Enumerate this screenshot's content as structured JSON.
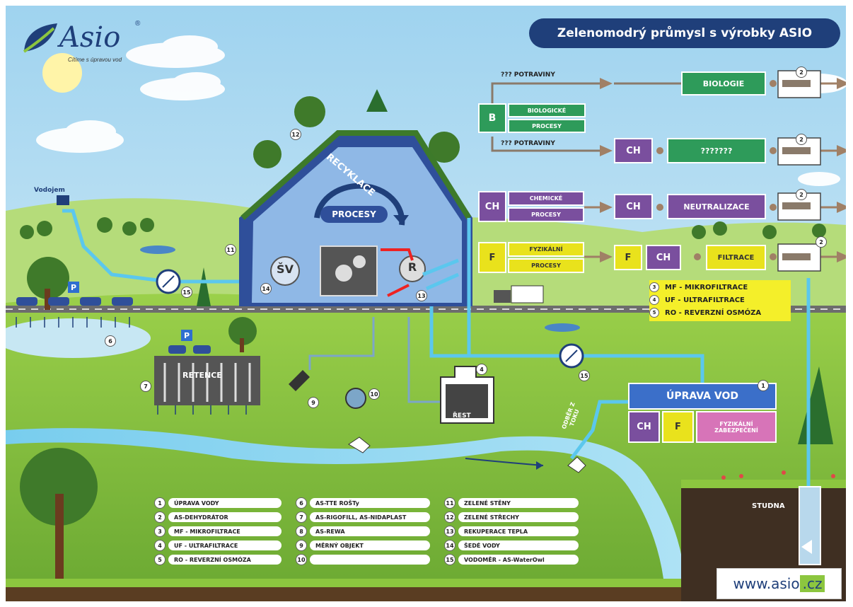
{
  "header": {
    "title": "Zelenomodrý průmysl s výrobky ASIO"
  },
  "logo": {
    "name": "Asio",
    "tagline": "Cítíme s úpravou vod"
  },
  "footer": {
    "url_prefix": "www.asio",
    "url_suffix": ".cz"
  },
  "building": {
    "recycle_label": "RECYKLACE",
    "process_label": "PROCESY",
    "sv_label": "ŠV",
    "r_label": "R"
  },
  "tank": {
    "label": "ŘEST"
  },
  "places": {
    "vodojem": "Vodojem",
    "studna": "STUDNA",
    "odber": "ODBĚR Z TOKU"
  },
  "retence": {
    "label": "RETENCE"
  },
  "treatment": {
    "title": "ÚPRAVA VOD",
    "ch": "CH",
    "f": "F",
    "physical": "FYZIKÁLNÍ ZABEZPEČENÍ"
  },
  "flows": {
    "potraviny_1": "??? POTRAVINY",
    "potraviny_2": "??? POTRAVINY",
    "b_label": "B",
    "bio_proc_1": "BIOLOGICKÉ",
    "bio_proc_2": "PROCESY",
    "biologie": "BIOLOGIE",
    "ch_box_1": "CH",
    "unknown": "???????",
    "ch_main": "CH",
    "chem_proc_1": "CHEMICKÉ",
    "chem_proc_2": "PROCESY",
    "ch_box_2": "CH",
    "neutralizace": "NEUTRALIZACE",
    "f_main": "F",
    "phys_proc_1": "FYZIKÁLNÍ",
    "phys_proc_2": "PROCESY",
    "f_box": "F",
    "ch_box_3": "CH",
    "filtrace": "FILTRACE"
  },
  "membrane_legend": [
    {
      "num": "3",
      "text": "MF - MIKROFILTRACE"
    },
    {
      "num": "4",
      "text": "UF - ULTRAFILTRACE"
    },
    {
      "num": "5",
      "text": "RO - REVERZNÍ OSMÓZA"
    }
  ],
  "numbers": {
    "n1": "1",
    "n2a": "2",
    "n2b": "2",
    "n2c": "2",
    "n2d": "2",
    "n4": "4",
    "n6": "6",
    "n7": "7",
    "n9": "9",
    "n10": "10",
    "n11": "11",
    "n12": "12",
    "n13": "13",
    "n14": "14",
    "n15a": "15",
    "n15b": "15"
  },
  "legend_col1": [
    {
      "num": "1",
      "text": "ÚPRAVA VODY"
    },
    {
      "num": "2",
      "text": "AS-DEHYDRÁTOR"
    },
    {
      "num": "3",
      "text": "MF - MIKROFILTRACE"
    },
    {
      "num": "4",
      "text": "UF - ULTRAFILTRACE"
    },
    {
      "num": "5",
      "text": "RO - REVERZNÍ OSMÓZA"
    }
  ],
  "legend_col2": [
    {
      "num": "6",
      "text": "AS-TTE ROŠTy"
    },
    {
      "num": "7",
      "text": "AS-RIGOFILL, AS-NIDAPLAST"
    },
    {
      "num": "8",
      "text": "AS-REWA"
    },
    {
      "num": "9",
      "text": "MĚRNÝ OBJEKT"
    },
    {
      "num": "10",
      "text": ""
    }
  ],
  "legend_col3": [
    {
      "num": "11",
      "text": "ZELENÉ STĚNY"
    },
    {
      "num": "12",
      "text": "ZELENÉ STŘECHY"
    },
    {
      "num": "13",
      "text": "REKUPERACE TEPLA"
    },
    {
      "num": "14",
      "text": "ŠEDÉ VODY"
    },
    {
      "num": "15",
      "text": "VODOMĚR - AS-WaterOwl"
    }
  ],
  "colors": {
    "header": "#1f3f7a",
    "green": "#2e9b5a",
    "purple": "#7a4f9e",
    "yellow": "#e9e21c",
    "pink": "#d774b8",
    "teal": "#1e7e74",
    "pipe": "#5bc7ee",
    "sky": "#cfe8f4",
    "grass": "#8cc63f"
  }
}
